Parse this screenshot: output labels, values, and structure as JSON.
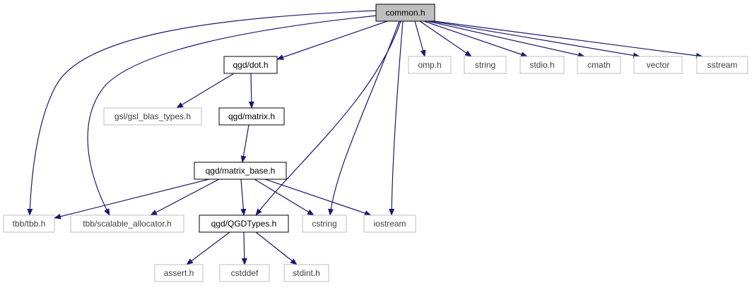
{
  "nodes": [
    {
      "id": "common",
      "label": "common.h",
      "style": "root"
    },
    {
      "id": "dot",
      "label": "qgd/dot.h",
      "style": "local"
    },
    {
      "id": "omp",
      "label": "omp.h",
      "style": "external"
    },
    {
      "id": "string",
      "label": "string",
      "style": "external"
    },
    {
      "id": "stdio",
      "label": "stdio.h",
      "style": "external"
    },
    {
      "id": "cmath",
      "label": "cmath",
      "style": "external"
    },
    {
      "id": "vector",
      "label": "vector",
      "style": "external"
    },
    {
      "id": "sstream",
      "label": "sstream",
      "style": "external"
    },
    {
      "id": "gsl",
      "label": "gsl/gsl_blas_types.h",
      "style": "external"
    },
    {
      "id": "matrix",
      "label": "qgd/matrix.h",
      "style": "local"
    },
    {
      "id": "matrix_base",
      "label": "qgd/matrix_base.h",
      "style": "local"
    },
    {
      "id": "tbb",
      "label": "tbb/tbb.h",
      "style": "external"
    },
    {
      "id": "scalable",
      "label": "tbb/scalable_allocator.h",
      "style": "external"
    },
    {
      "id": "qgdtypes",
      "label": "qgd/QGDTypes.h",
      "style": "local"
    },
    {
      "id": "cstring",
      "label": "cstring",
      "style": "external"
    },
    {
      "id": "iostream",
      "label": "iostream",
      "style": "external"
    },
    {
      "id": "assert",
      "label": "assert.h",
      "style": "external"
    },
    {
      "id": "cstddef",
      "label": "cstddef",
      "style": "external"
    },
    {
      "id": "stdint",
      "label": "stdint.h",
      "style": "external"
    }
  ],
  "edges": [
    [
      "common",
      "dot"
    ],
    [
      "common",
      "omp"
    ],
    [
      "common",
      "string"
    ],
    [
      "common",
      "stdio"
    ],
    [
      "common",
      "cmath"
    ],
    [
      "common",
      "vector"
    ],
    [
      "common",
      "sstream"
    ],
    [
      "common",
      "tbb"
    ],
    [
      "common",
      "scalable"
    ],
    [
      "common",
      "qgdtypes"
    ],
    [
      "common",
      "cstring"
    ],
    [
      "common",
      "iostream"
    ],
    [
      "dot",
      "gsl"
    ],
    [
      "dot",
      "matrix"
    ],
    [
      "matrix",
      "matrix_base"
    ],
    [
      "matrix_base",
      "tbb"
    ],
    [
      "matrix_base",
      "scalable"
    ],
    [
      "matrix_base",
      "qgdtypes"
    ],
    [
      "matrix_base",
      "cstring"
    ],
    [
      "matrix_base",
      "iostream"
    ],
    [
      "qgdtypes",
      "assert"
    ],
    [
      "qgdtypes",
      "cstddef"
    ],
    [
      "qgdtypes",
      "stdint"
    ]
  ],
  "colors": {
    "edge": "#191970",
    "root_fill": "#bfbfbf",
    "root_border": "#000000",
    "local_border": "#000000",
    "external_border": "#bfbfbf",
    "external_text": "#3f3f3f",
    "text": "#000000"
  }
}
